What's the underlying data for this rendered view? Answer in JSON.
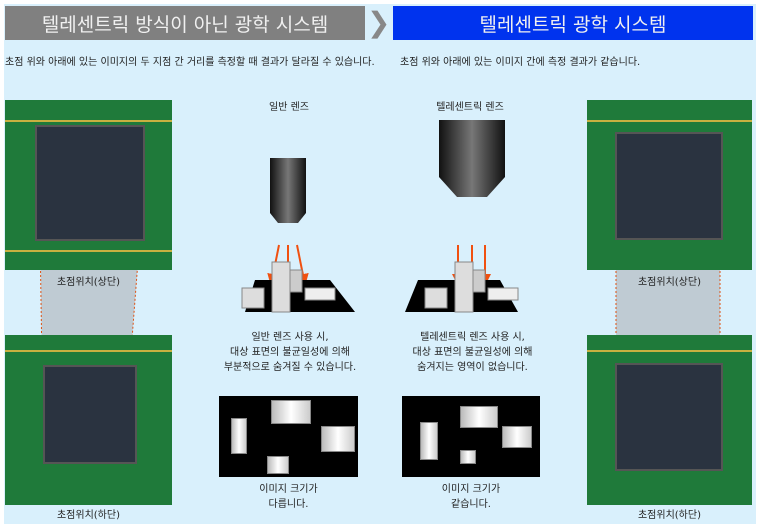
{
  "left": {
    "title": "텔레센트릭 방식이 아닌 광학 시스템",
    "desc": "초점 위와 아래에 있는 이미지의 두 지점 간 거리를 측정할 때 결과가 달라질 수 있습니다.",
    "lens_label": "일반 렌즈",
    "note": [
      "일반 렌즈 사용 시,",
      "대상 표면의 불균일성에 의해",
      "부분적으로 숨겨질 수 있습니다."
    ],
    "size_note": [
      "이미지 크기가",
      "다릅니다."
    ],
    "focus_top": "초점위치(상단)",
    "focus_bottom": "초점위치(하단)"
  },
  "right": {
    "title": "텔레센트릭 광학 시스템",
    "desc": "초점 위와 아래에 있는 이미지 간에 측정 결과가 같습니다.",
    "lens_label": "텔레센트릭 렌즈",
    "note": [
      "텔레센트릭 렌즈 사용 시,",
      "대상 표면의 불균일성에 의해",
      "숨겨지는 영역이 없습니다."
    ],
    "size_note": [
      "이미지 크기가",
      "같습니다."
    ],
    "focus_top": "초점위치(상단)",
    "focus_bottom": "초점위치(하단)"
  },
  "colors": {
    "gray": "#808080",
    "blue": "#0033ee",
    "arrow": "#f05010",
    "bg": "#d9f0fc"
  }
}
